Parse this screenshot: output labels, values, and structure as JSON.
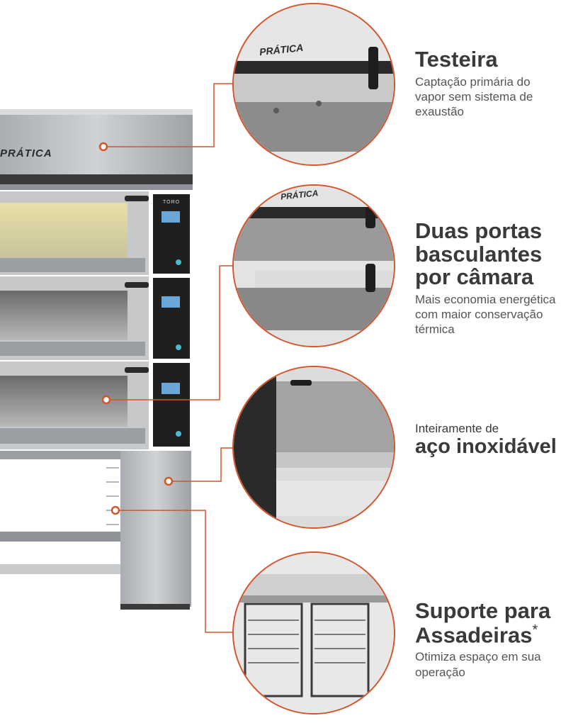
{
  "brand": {
    "logo_text": "PRÁTICA",
    "panel_label": "TORO"
  },
  "colors": {
    "accent": "#d4552a",
    "steel": "#b9bcbf",
    "dark": "#2b2b2b",
    "text": "#3a3a3a"
  },
  "features": [
    {
      "title": "Testeira",
      "description": "Captação primária do vapor sem sistema de exaustão"
    },
    {
      "title": "Duas portas basculantes por câmara",
      "description": "Mais economia energética com maior conservação térmica"
    },
    {
      "intro": "Inteiramente de",
      "title": "aço inoxidável"
    },
    {
      "title": "Suporte para Assadeiras",
      "title_mark": "*",
      "description": "Otimiza espaço em sua operação"
    }
  ]
}
